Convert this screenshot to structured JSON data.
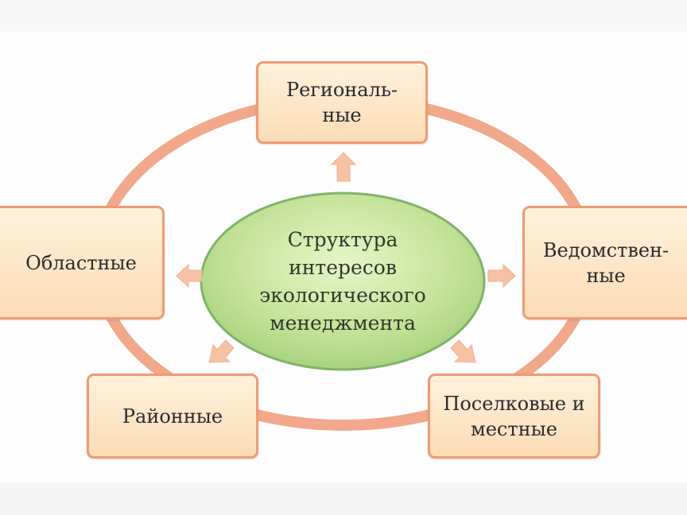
{
  "diagram": {
    "center_label": "Структура\nинтересов\nэкологического\nменеджмента",
    "nodes": {
      "regional": "Регио­наль-\nные",
      "departmental": "Ведомствен-\nные",
      "settlement_local": "Поселковые и\nместные",
      "district": "Районные",
      "oblast": "Областные"
    },
    "colors": {
      "ring": "#f2a88a",
      "node_border": "#ef9b74",
      "node_fill_top": "#fff1dc",
      "node_fill_bottom": "#fbdcb6",
      "center_fill": "#c7e59d",
      "center_border": "#7fb36a",
      "arrow": "#f6c2a4"
    }
  }
}
